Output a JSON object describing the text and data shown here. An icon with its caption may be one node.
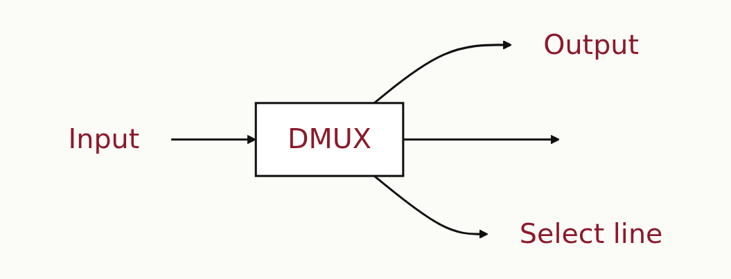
{
  "diagram": {
    "nodes": [
      {
        "text": [
          "Input"
        ]
      },
      {
        "text": [
          "DMUX"
        ]
      },
      {
        "text": [
          "Output"
        ]
      },
      {
        "text": [
          "Select line"
        ]
      }
    ],
    "edges": [
      {
        "from": 0,
        "to": 1,
        "arrow": "to"
      },
      {
        "from": 1,
        "to": 2,
        "arrow": "to"
      },
      {
        "from": 1,
        "to": null,
        "arrow": "to"
      },
      {
        "from": 1,
        "to": 3,
        "arrow": "to"
      }
    ]
  }
}
